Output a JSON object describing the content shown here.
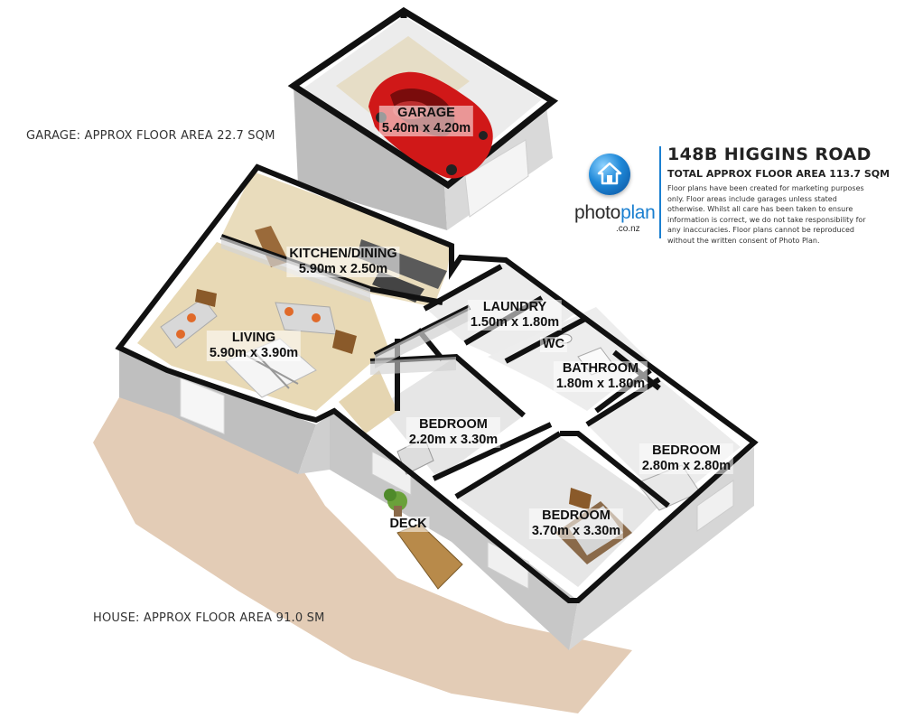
{
  "garage_area": "GARAGE: APPROX FLOOR AREA 22.7 SQM",
  "house_area": "HOUSE: APPROX FLOOR AREA 91.0 SM",
  "info": {
    "brand_part1": "photo",
    "brand_part2": "plan",
    "brand_sub": ".co.nz",
    "address": "148B HIGGINS ROAD",
    "total_area": "TOTAL APPROX FLOOR AREA 113.7 SQM",
    "disclaimer": "Floor plans have been created for marketing purposes only. Floor areas include garages unless stated otherwise. Whilst all care has been taken to ensure information is correct, we do not take responsibility for any inaccuracies. Floor plans cannot be reproduced without the written consent of Photo Plan."
  },
  "rooms": {
    "garage": {
      "name": "GARAGE",
      "dims": "5.40m x 4.20m"
    },
    "kitchen": {
      "name": "KITCHEN/DINING",
      "dims": "5.90m x 2.50m"
    },
    "living": {
      "name": "LIVING",
      "dims": "5.90m x 3.90m"
    },
    "laundry": {
      "name": "LAUNDRY",
      "dims": "1.50m x 1.80m"
    },
    "wc": {
      "name": "WC"
    },
    "bathroom": {
      "name": "BATHROOM",
      "dims": "1.80m x 1.80m"
    },
    "bedroom1": {
      "name": "BEDROOM",
      "dims": "2.20m x 3.30m"
    },
    "bedroom2": {
      "name": "BEDROOM",
      "dims": "2.80m x 2.80m"
    },
    "bedroom3": {
      "name": "BEDROOM",
      "dims": "3.70m x 3.30m"
    },
    "deck": {
      "name": "DECK"
    }
  },
  "colors": {
    "wall_top": "#111111",
    "wall_side": "#c9c9c9",
    "floor_wood": "#e8d9b5",
    "floor_tile": "#ececec",
    "lawn": "#e3ccb6",
    "accent": "#1a7fd0",
    "car": "#d01818"
  }
}
